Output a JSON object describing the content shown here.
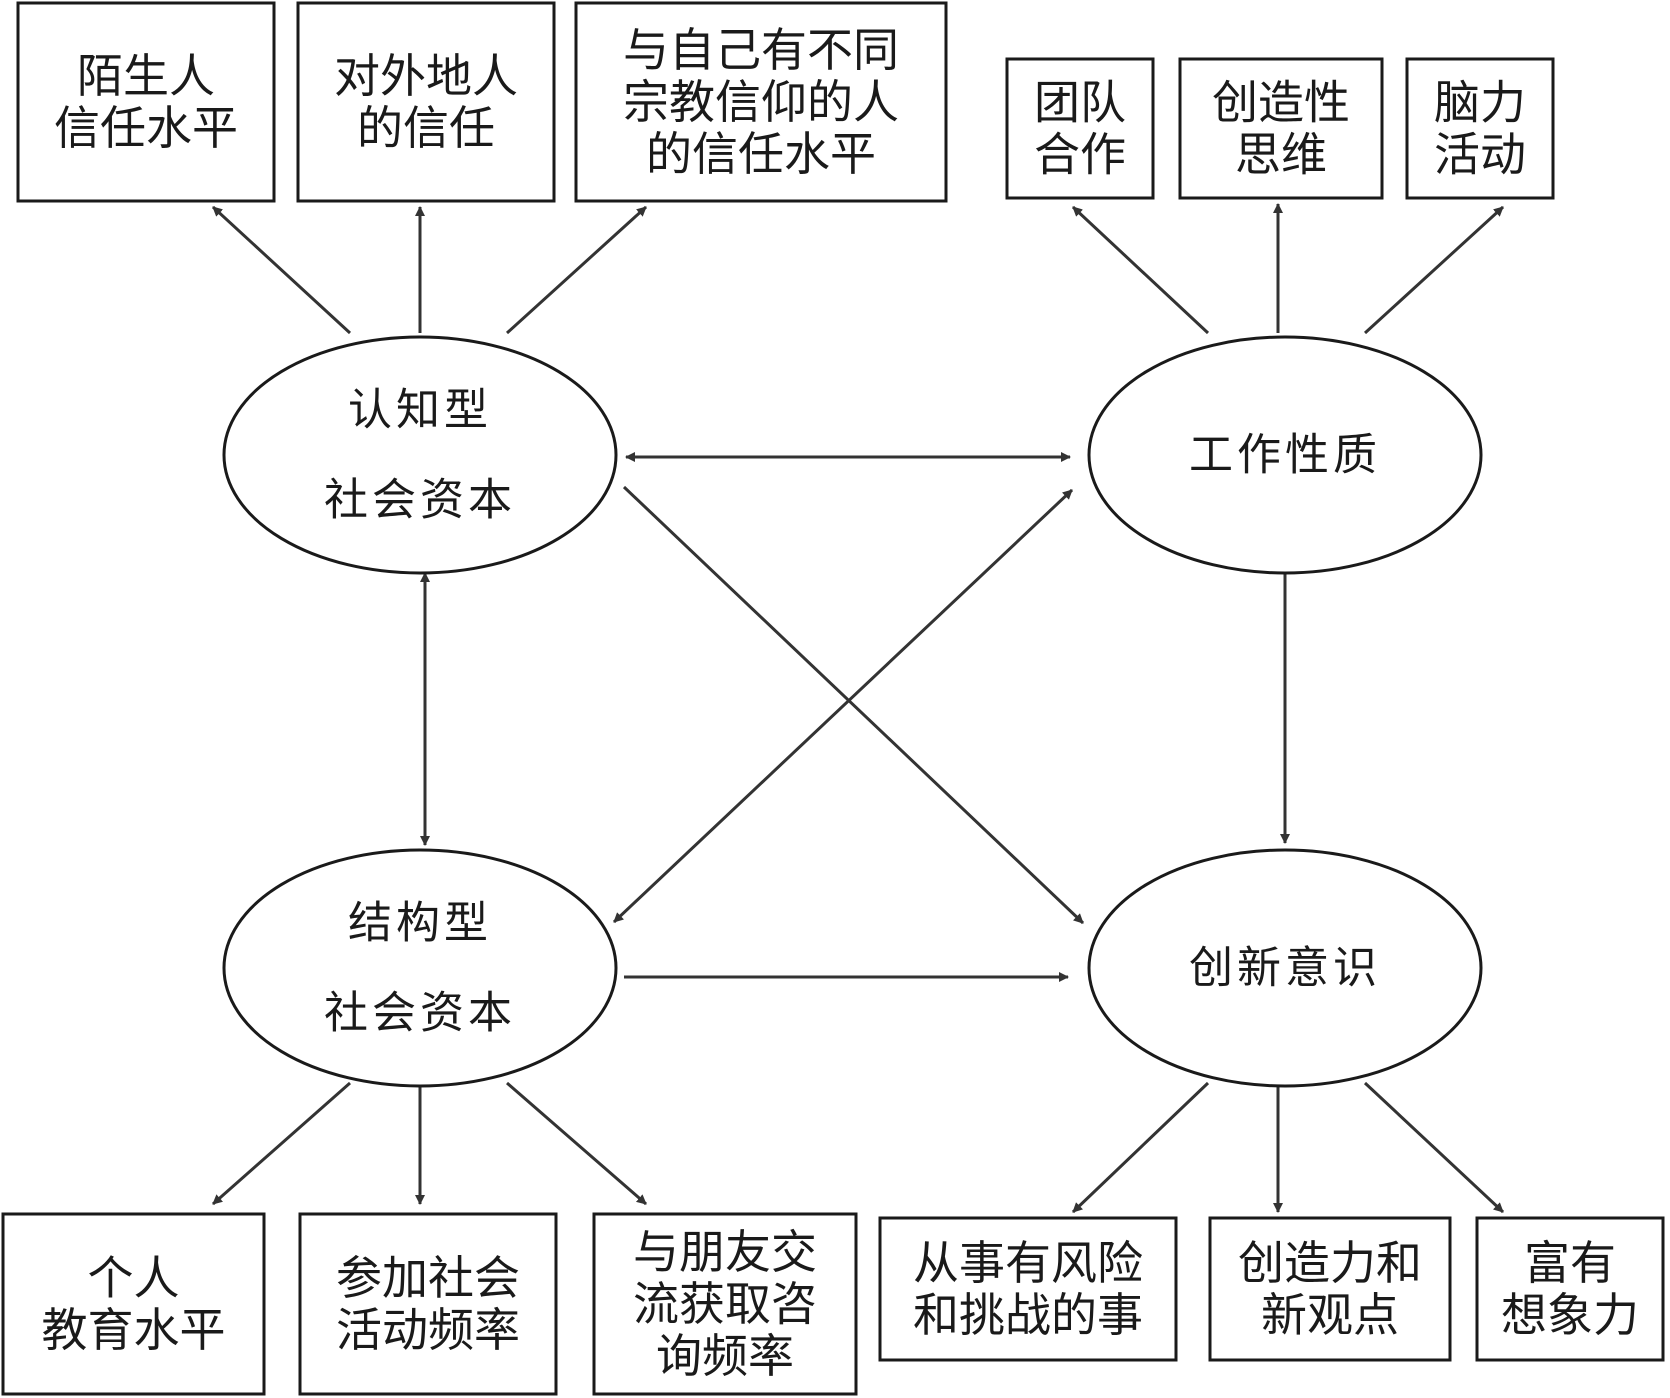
{
  "latents": {
    "cognitive": [
      "认知型",
      "社会资本"
    ],
    "work": [
      "工作性质"
    ],
    "structural": [
      "结构型",
      "社会资本"
    ],
    "innovation": [
      "创新意识"
    ]
  },
  "indicators": {
    "cognitive": [
      [
        "陌生人",
        "信任水平"
      ],
      [
        "对外地人",
        "的信任"
      ],
      [
        "与自己有不同",
        "宗教信仰的人",
        "的信任水平"
      ]
    ],
    "work": [
      [
        "团队",
        "合作"
      ],
      [
        "创造性",
        "思维"
      ],
      [
        "脑力",
        "活动"
      ]
    ],
    "structural": [
      [
        "个人",
        "教育水平"
      ],
      [
        "参加社会",
        "活动频率"
      ],
      [
        "与朋友交",
        "流获取咨",
        "询频率"
      ]
    ],
    "innovation": [
      [
        "从事有风险",
        "和挑战的事"
      ],
      [
        "创造力和",
        "新观点"
      ],
      [
        "富有",
        "想象力"
      ]
    ]
  }
}
